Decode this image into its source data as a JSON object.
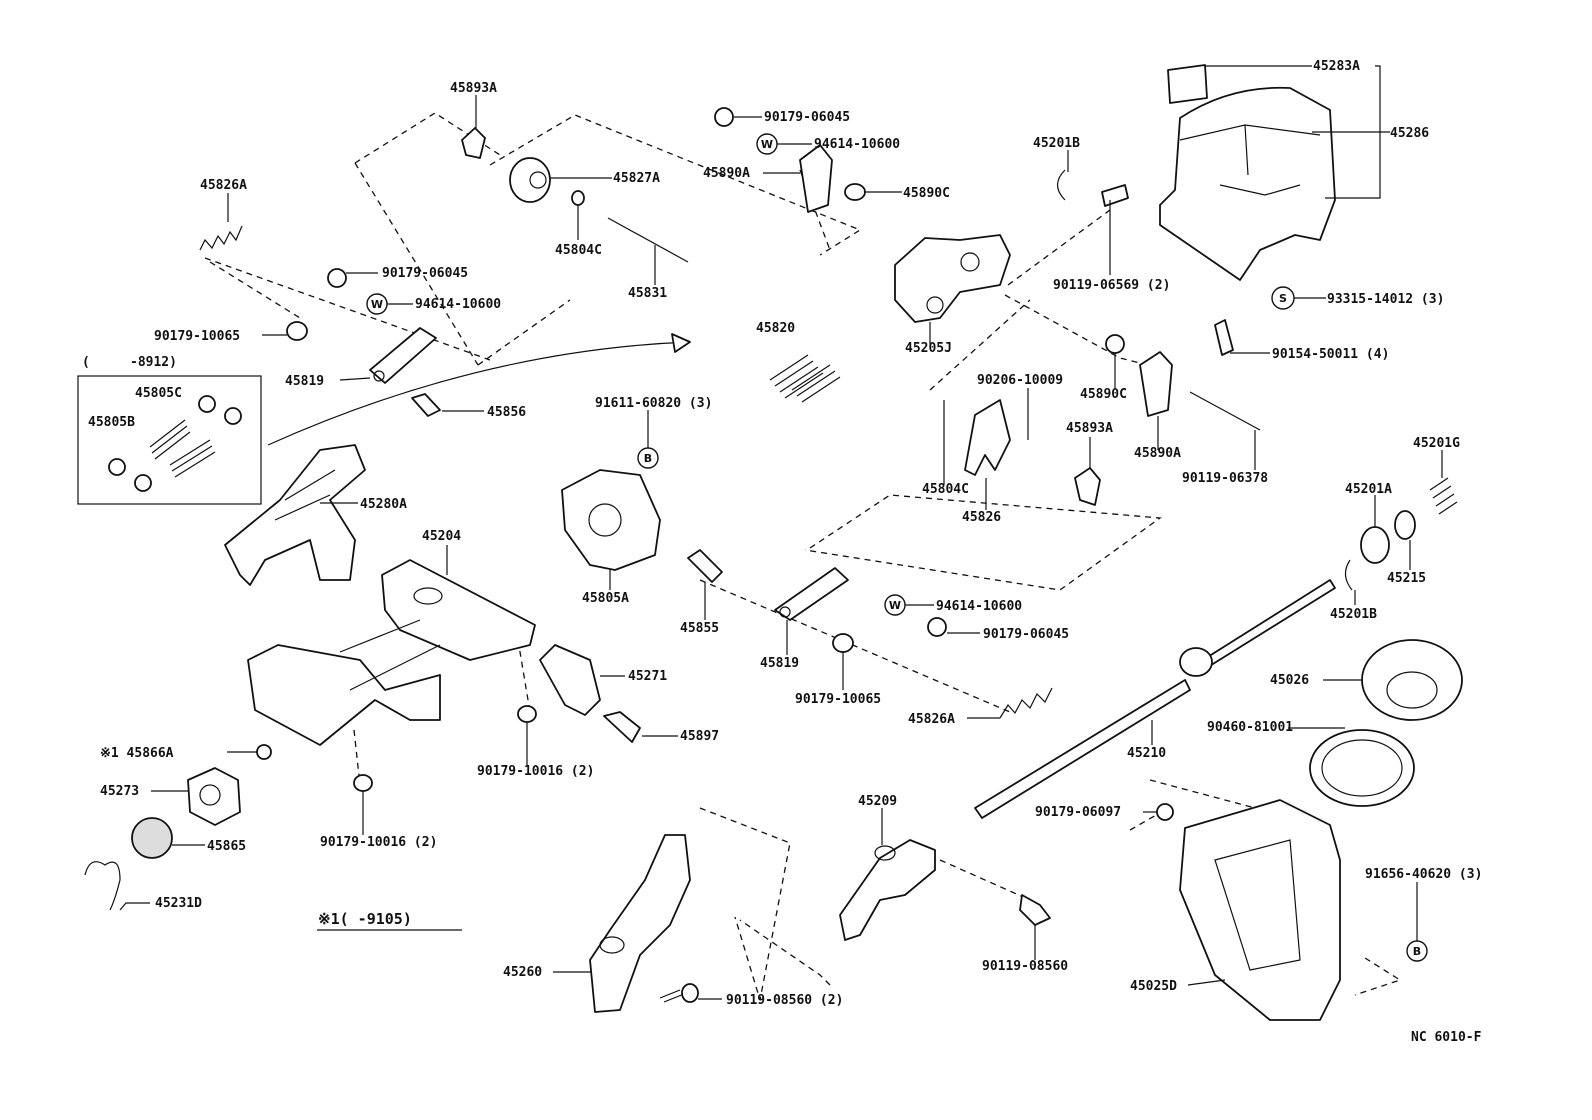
{
  "diagram": {
    "part_labels": [
      "45283A",
      "45286",
      "45893A",
      "90179-06045",
      "94614-10600",
      "45890A",
      "45890C",
      "45827A",
      "45201B",
      "45826A",
      "45804C",
      "45831",
      "90119-06569 (2)",
      "90179-06045",
      "94614-10600",
      "93315-14012 (3)",
      "90179-10065",
      "45820",
      "90154-50011 (4)",
      "-8912)",
      "45205J",
      "45819",
      "90206-10009",
      "45890C",
      "45805C",
      "45805B",
      "45856",
      "91611-60820 (3)",
      "45893A",
      "45890A",
      "90119-06378",
      "45201G",
      "45280A",
      "45804C",
      "45826",
      "45201A",
      "45204",
      "45805A",
      "45215",
      "94614-10600",
      "45855",
      "45201B",
      "90179-06045",
      "45819",
      "45271",
      "45026",
      "90179-10065",
      "45826A",
      "90460-81001",
      "45897",
      "※1 45866A",
      "45210",
      "90179-10016 (2)",
      "45273",
      "90179-06097",
      "45865",
      "90179-10016 (2)",
      "45209",
      "91656-40620 (3)",
      "45231D",
      "※1(     -9105)",
      "90119-08560",
      "45260",
      "90119-08560 (2)",
      "45025D"
    ],
    "circle_symbols": {
      "W": "W",
      "S": "S",
      "B": "B"
    },
    "range_open": "(",
    "reference": "NC 6010-F"
  }
}
